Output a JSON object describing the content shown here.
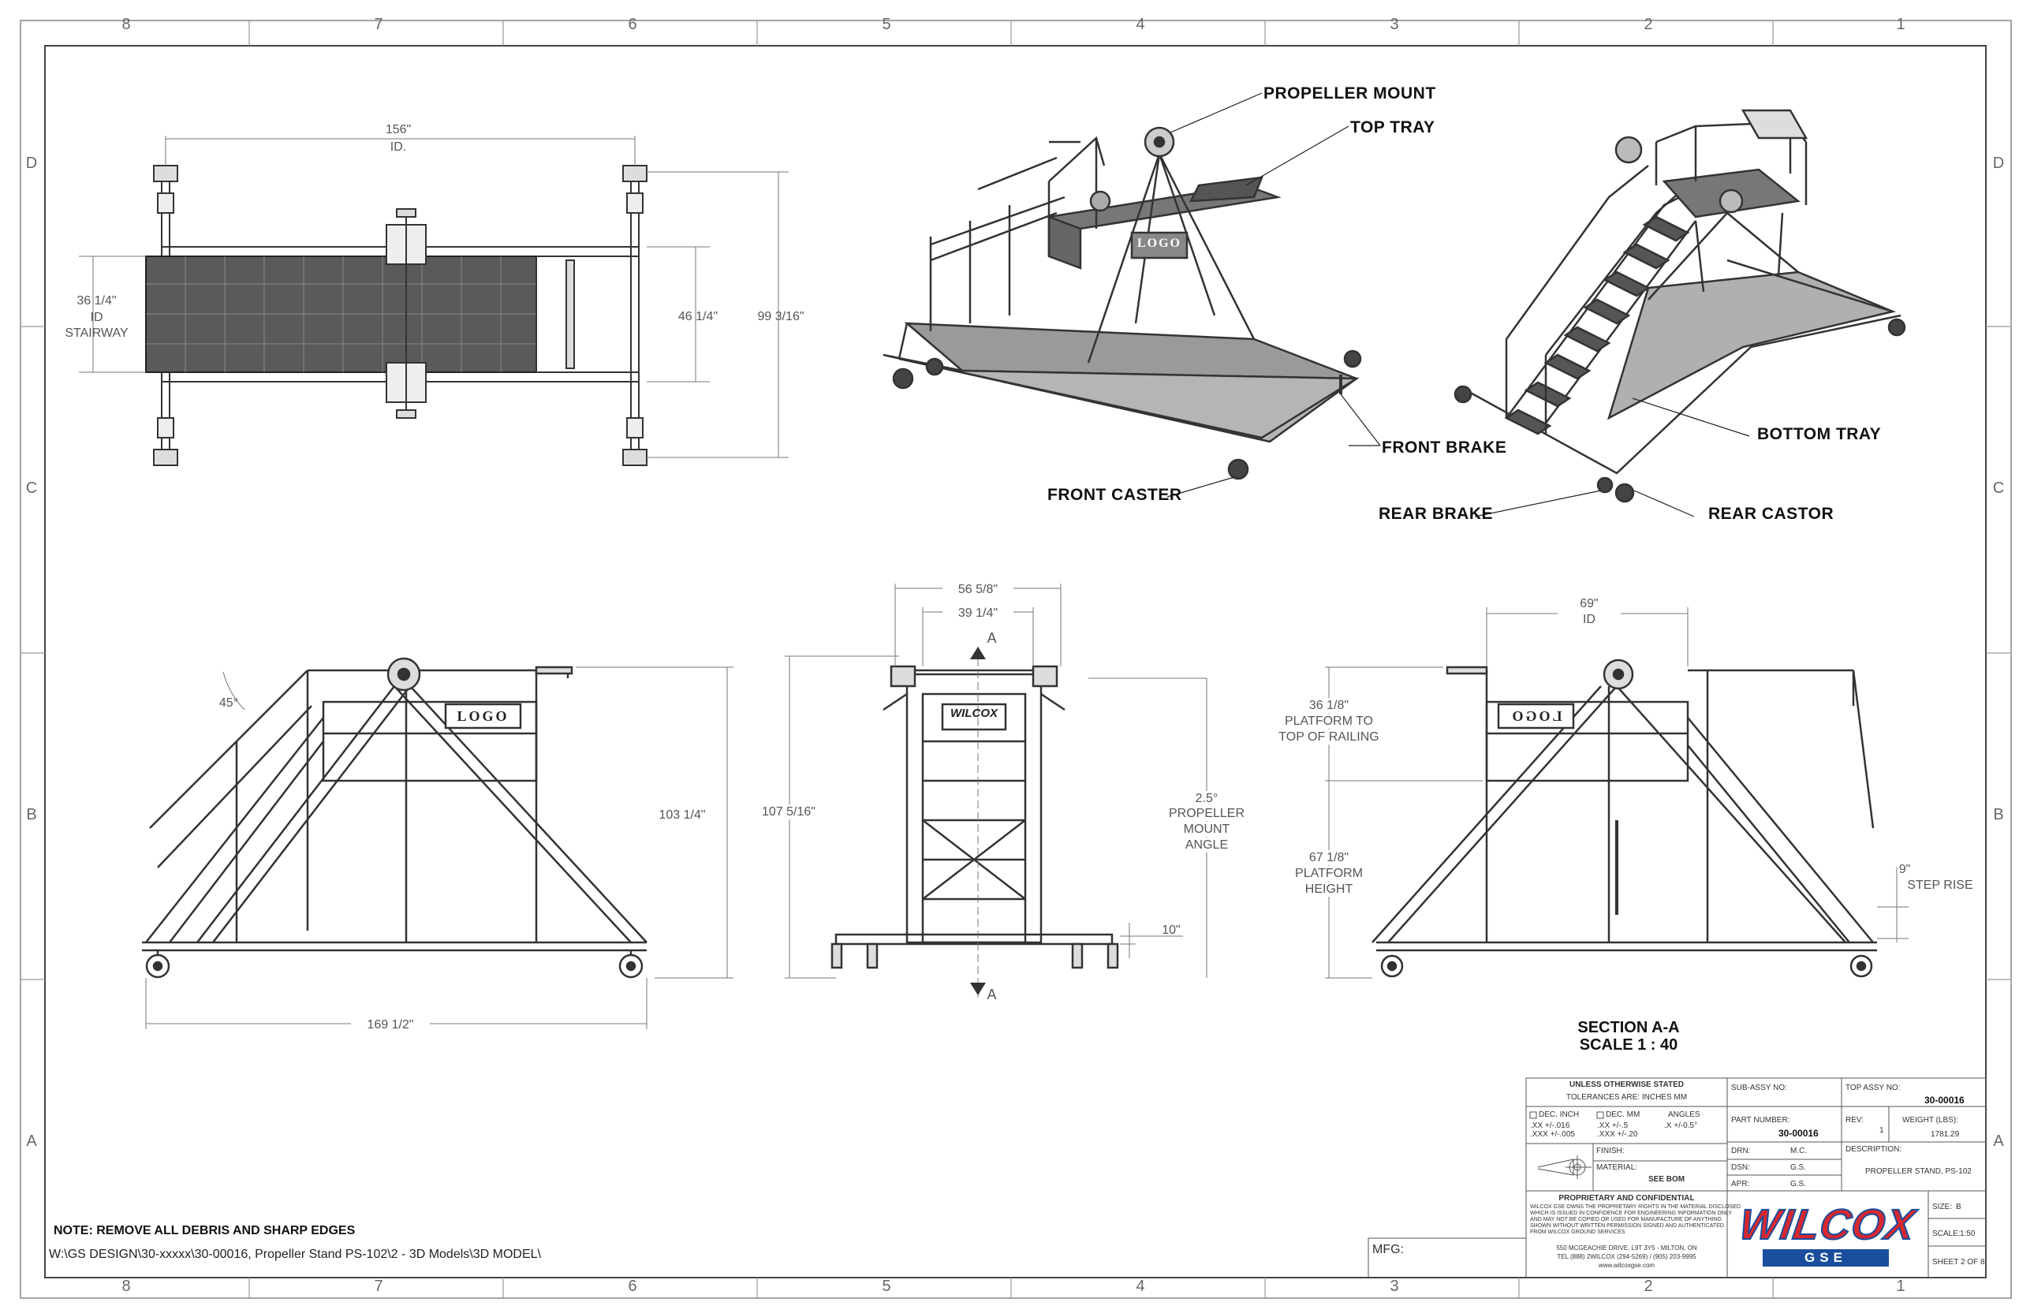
{
  "zones": {
    "columns": [
      "8",
      "7",
      "6",
      "5",
      "4",
      "3",
      "2",
      "1"
    ],
    "rows": [
      "D",
      "C",
      "B",
      "A"
    ]
  },
  "callouts": {
    "propeller_mount": "PROPELLER MOUNT",
    "top_tray": "TOP TRAY",
    "front_brake": "FRONT BRAKE",
    "front_caster": "FRONT CASTER",
    "bottom_tray": "BOTTOM TRAY",
    "rear_brake": "REAR BRAKE",
    "rear_castor": "REAR CASTOR"
  },
  "logo_text": "LOGO",
  "dims": {
    "top_width": "156\"",
    "top_width_sub": "ID.",
    "stair_width": "36 1/4\"",
    "stair_width_sub1": "ID",
    "stair_width_sub2": "STAIRWAY",
    "inner_depth": "46 1/4\"",
    "overall_depth": "99 3/16\"",
    "angle": "45°",
    "height_left": "103 1/4\"",
    "length": "169 1/2\"",
    "front_outer": "56 5/8\"",
    "front_inner": "39 1/4\"",
    "section_letter": "A",
    "height_front": "107 5/16\"",
    "mount_angle": "2.5°",
    "mount_angle_l1": "PROPELLER",
    "mount_angle_l2": "MOUNT",
    "mount_angle_l3": "ANGLE",
    "ten": "10\"",
    "platform_width": "69\"",
    "platform_width_sub": "ID",
    "railing": "36 1/8\"",
    "railing_l1": "PLATFORM TO",
    "railing_l2": "TOP OF RAILING",
    "platform_h": "67 1/8\"",
    "platform_h_l1": "PLATFORM",
    "platform_h_l2": "HEIGHT",
    "step": "9\"",
    "step_l1": "STEP RISE"
  },
  "section": {
    "title": "SECTION A-A",
    "scale": "SCALE 1 : 40"
  },
  "title_block": {
    "unless": "UNLESS OTHERWISE STATED",
    "tolerances": "TOLERANCES ARE: INCHES   MM",
    "dec_inch": "DEC. INCH",
    "dec_inch_v1": ".XX +/-.016",
    "dec_inch_v2": ".XXX +/-.005",
    "dec_mm": "DEC. MM",
    "dec_mm_v1": ".XX +/-.5",
    "dec_mm_v2": ".XXX +/-.20",
    "angles": "ANGLES",
    "angles_v": ".X +/-0.5°",
    "finish": "FINISH:",
    "material": "MATERIAL:",
    "see_bom": "SEE BOM",
    "sub_assy": "SUB-ASSY NO:",
    "top_assy": "TOP ASSY NO:",
    "top_assy_v": "30-00016",
    "part_number": "PART NUMBER:",
    "part_number_v": "30-00016",
    "rev": "REV:",
    "rev_v": "1",
    "weight": "WEIGHT (LBS):",
    "weight_v": "1781.29",
    "drn": "DRN:",
    "drn_v": "M.C.",
    "dsn": "DSN:",
    "dsn_v": "G.S.",
    "apr": "APR:",
    "apr_v": "G.S.",
    "description": "DESCRIPTION:",
    "description_v": "PROPELLER STAND, PS-102",
    "proprietary": "PROPRIETARY AND CONFIDENTIAL",
    "prop_text1": "WILCOX GSE OWNS THE PROPRIETARY RIGHTS IN THE MATERIAL DISCLOSED",
    "prop_text2": "WHICH IS ISSUED IN CONFIDENCE FOR ENGINEERING INFORMATION ONLY",
    "prop_text3": "AND MAY NOT BE COPIED OR USED FOR MANUFACTURE OF ANYTHING",
    "prop_text4": "SHOWN WITHOUT WRITTEN PERMISSION SIGNED AND AUTHENTICATED",
    "prop_text5": "FROM WILCOX GROUND SERVICES",
    "address1": "550 MCGEACHIE DRIVE, L9T 3Y5 - MILTON, ON",
    "address2": "TEL (888) 2WILCOX (294-5269) / (905) 203-9995",
    "address3": "www.wilcoxgse.com",
    "brand": "WILCOX",
    "brand_sub": "GSE",
    "size": "SIZE:",
    "size_v": "B",
    "scale": "SCALE:",
    "scale_v": "1:50",
    "sheet": "SHEET 2 OF 8",
    "mfg": "MFG:"
  },
  "note": "NOTE: REMOVE ALL DEBRIS AND SHARP EDGES",
  "file_path": "W:\\GS DESIGN\\30-xxxxx\\30-00016, Propeller Stand PS-102\\2 - 3D Models\\3D MODEL\\"
}
